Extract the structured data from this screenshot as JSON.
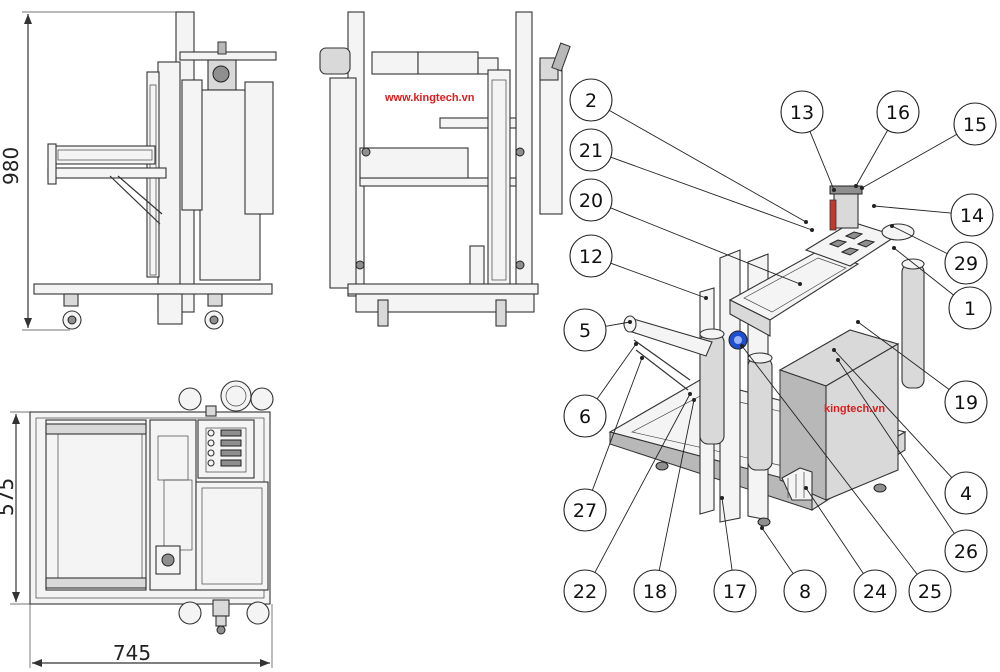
{
  "watermarks": {
    "side_view": "www.kingtech.vn",
    "iso_view": "kingtech.vn"
  },
  "dimensions": {
    "height": "980",
    "depth": "575",
    "width": "745"
  },
  "balloons": [
    "2",
    "13",
    "16",
    "15",
    "21",
    "20",
    "14",
    "12",
    "29",
    "1",
    "5",
    "19",
    "6",
    "4",
    "27",
    "26",
    "22",
    "18",
    "17",
    "8",
    "24",
    "25"
  ],
  "colors": {
    "watermark": "#e01b1b",
    "line": "#333333",
    "metal_light": "#d9d9d9",
    "metal_dark": "#8f8f8f",
    "handle_blue": "#1f4fd1"
  }
}
